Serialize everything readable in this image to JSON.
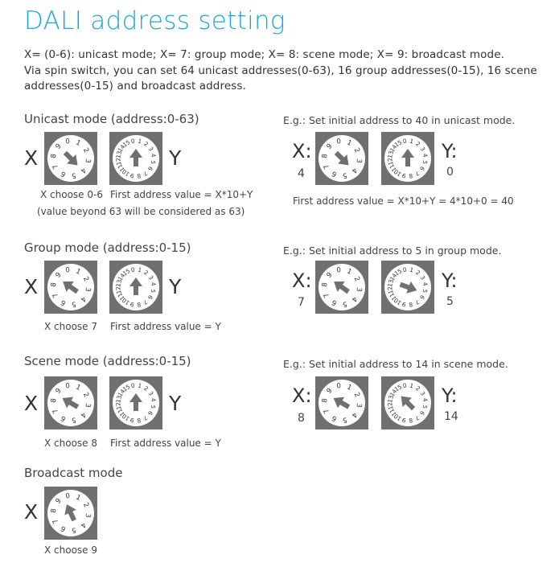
{
  "title": "DALI address setting",
  "intro": {
    "line1": "X= (0-6): unicast mode;   X= 7: group mode;   X= 8: scene mode;   X= 9: broadcast mode.",
    "line2": "Via spin switch, you can set 64 unicast addresses(0-63), 16 group addresses(0-15), 16 scene",
    "line3": "addresses(0-15) and broadcast address."
  },
  "unicast": {
    "heading": "Unicast mode (address:0-63)",
    "x_label": "X",
    "y_label": "Y",
    "cap1": "X choose 0-6",
    "cap2": "First address value = X*10+Y",
    "cap3": "(value beyond 63 will be considered as 63)",
    "example": {
      "heading": "E.g.: Set initial address to 40 in unicast mode.",
      "x_label": "X:",
      "x_value": "4",
      "y_label": "Y:",
      "y_value": "0",
      "formula": "First address value = X*10+Y = 4*10+0 = 40"
    }
  },
  "group": {
    "heading": "Group mode (address:0-15)",
    "x_label": "X",
    "y_label": "Y",
    "cap1": "X choose 7",
    "cap2": "First address value = Y",
    "example": {
      "heading": "E.g.: Set initial address to 5 in group mode.",
      "x_label": "X:",
      "x_value": "7",
      "y_label": "Y:",
      "y_value": "5"
    }
  },
  "scene": {
    "heading": "Scene mode (address:0-15)",
    "x_label": "X",
    "y_label": "Y",
    "cap1": "X choose 8",
    "cap2": "First address value = Y",
    "example": {
      "heading": "E.g.: Set initial address to 14 in scene mode.",
      "x_label": "X:",
      "x_value": "8",
      "y_label": "Y:",
      "y_value": "14"
    }
  },
  "broadcast": {
    "heading": "Broadcast mode",
    "x_label": "X",
    "cap1": "X choose 9"
  },
  "dial_x_digits": [
    "0",
    "1",
    "2",
    "3",
    "4",
    "5",
    "6",
    "7",
    "8",
    "9"
  ],
  "dial_y_digits": [
    "0",
    "1",
    "2",
    "3",
    "4",
    "5",
    "6",
    "7",
    "8",
    "9",
    "10",
    "11",
    "12",
    "13",
    "14",
    "15"
  ],
  "colors": {
    "title": "#1ba6d9",
    "switch_body": "#707070",
    "dial_face": "#ffffff",
    "arrow": "#707070"
  }
}
